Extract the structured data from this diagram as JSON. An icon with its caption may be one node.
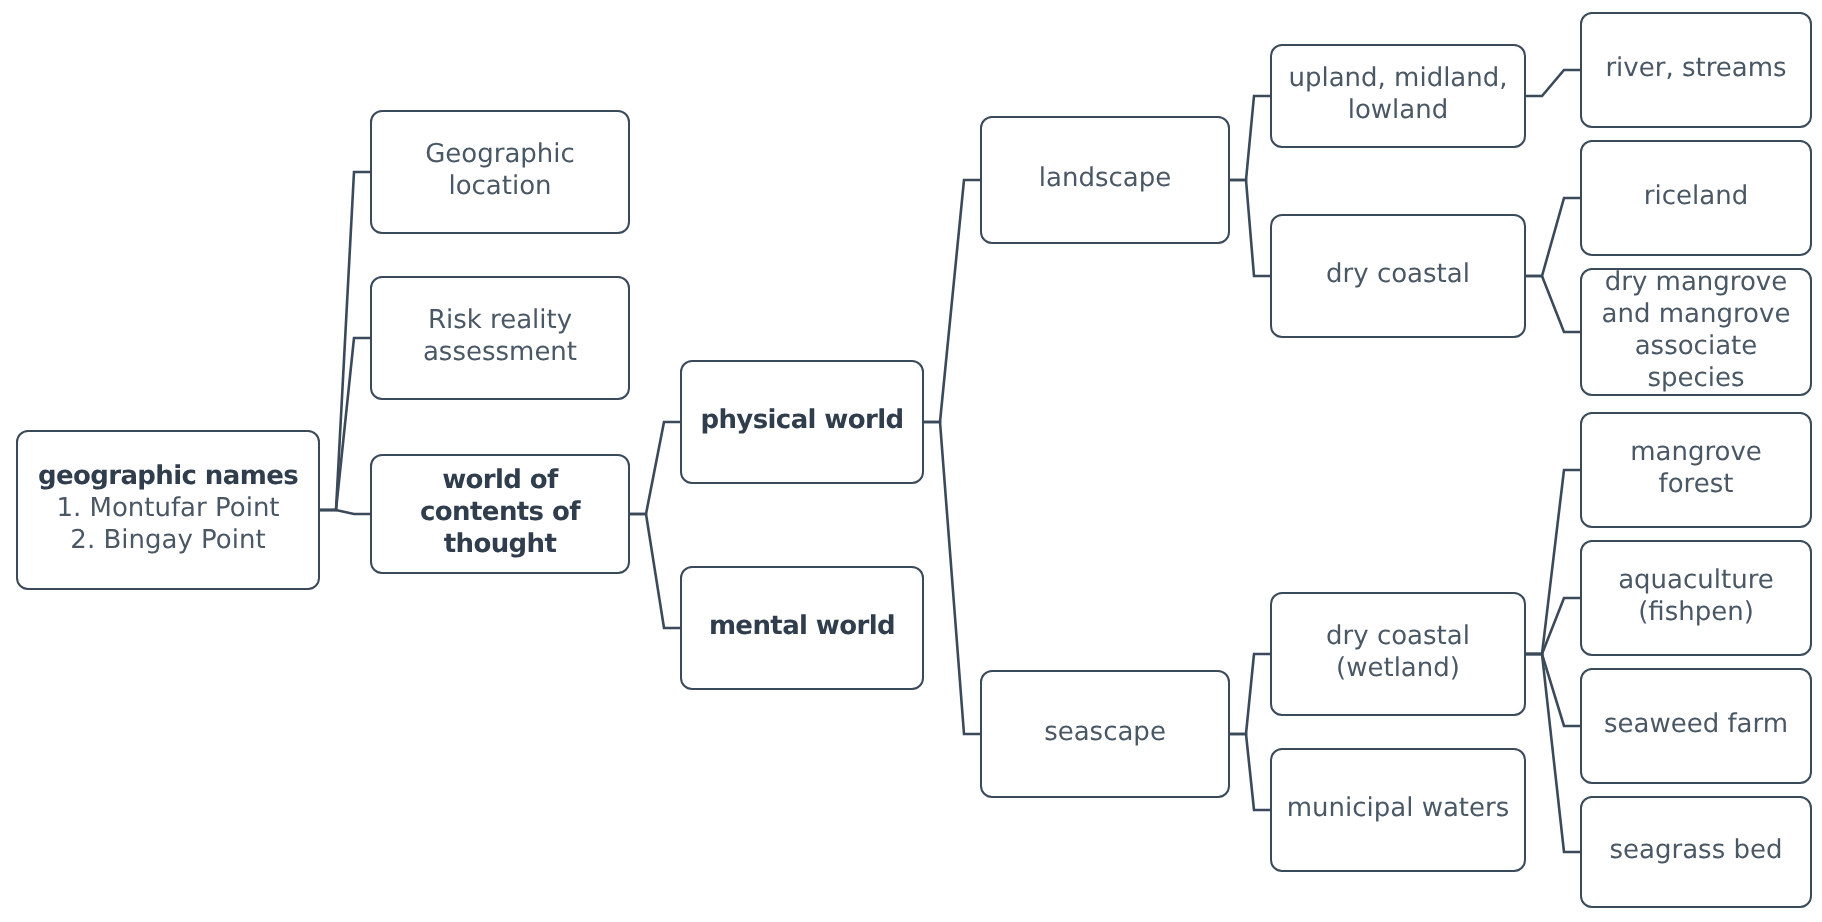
{
  "diagram": {
    "nodes": [
      {
        "text": [
          "geographic names",
          "1. Montufar Point",
          "2. Bingay Point"
        ]
      },
      {
        "text": [
          "Geographic location"
        ]
      },
      {
        "text": [
          "Risk reality assessment"
        ]
      },
      {
        "text": [
          "world of contents of thought"
        ]
      },
      {
        "text": [
          "physical world"
        ]
      },
      {
        "text": [
          "mental world"
        ]
      },
      {
        "text": [
          "landscape"
        ]
      },
      {
        "text": [
          "seascape"
        ]
      },
      {
        "text": [
          "upland, midland, lowland"
        ]
      },
      {
        "text": [
          "dry coastal"
        ]
      },
      {
        "text": [
          "river, streams"
        ]
      },
      {
        "text": [
          "riceland"
        ]
      },
      {
        "text": [
          "dry mangrove and mangrove associate species"
        ]
      },
      {
        "text": [
          "dry coastal (wetland)"
        ]
      },
      {
        "text": [
          "municipal waters"
        ]
      },
      {
        "text": [
          "mangrove forest"
        ]
      },
      {
        "text": [
          "aquaculture (fishpen)"
        ]
      },
      {
        "text": [
          "seaweed farm"
        ]
      },
      {
        "text": [
          "seagrass bed"
        ]
      }
    ],
    "edges": [
      {
        "from": 0,
        "to": 1,
        "arrow": "none"
      },
      {
        "from": 0,
        "to": 2,
        "arrow": "none"
      },
      {
        "from": 0,
        "to": 3,
        "arrow": "none"
      },
      {
        "from": 3,
        "to": 4,
        "arrow": "none"
      },
      {
        "from": 3,
        "to": 5,
        "arrow": "none"
      },
      {
        "from": 4,
        "to": 6,
        "arrow": "none"
      },
      {
        "from": 4,
        "to": 7,
        "arrow": "none"
      },
      {
        "from": 6,
        "to": 8,
        "arrow": "none"
      },
      {
        "from": 6,
        "to": 9,
        "arrow": "none"
      },
      {
        "from": 8,
        "to": 10,
        "arrow": "none"
      },
      {
        "from": 9,
        "to": 11,
        "arrow": "none"
      },
      {
        "from": 9,
        "to": 12,
        "arrow": "none"
      },
      {
        "from": 7,
        "to": 13,
        "arrow": "none"
      },
      {
        "from": 7,
        "to": 14,
        "arrow": "none"
      },
      {
        "from": 13,
        "to": 15,
        "arrow": "none"
      },
      {
        "from": 13,
        "to": 16,
        "arrow": "none"
      },
      {
        "from": 13,
        "to": 17,
        "arrow": "none"
      },
      {
        "from": 13,
        "to": 18,
        "arrow": "none"
      }
    ]
  }
}
